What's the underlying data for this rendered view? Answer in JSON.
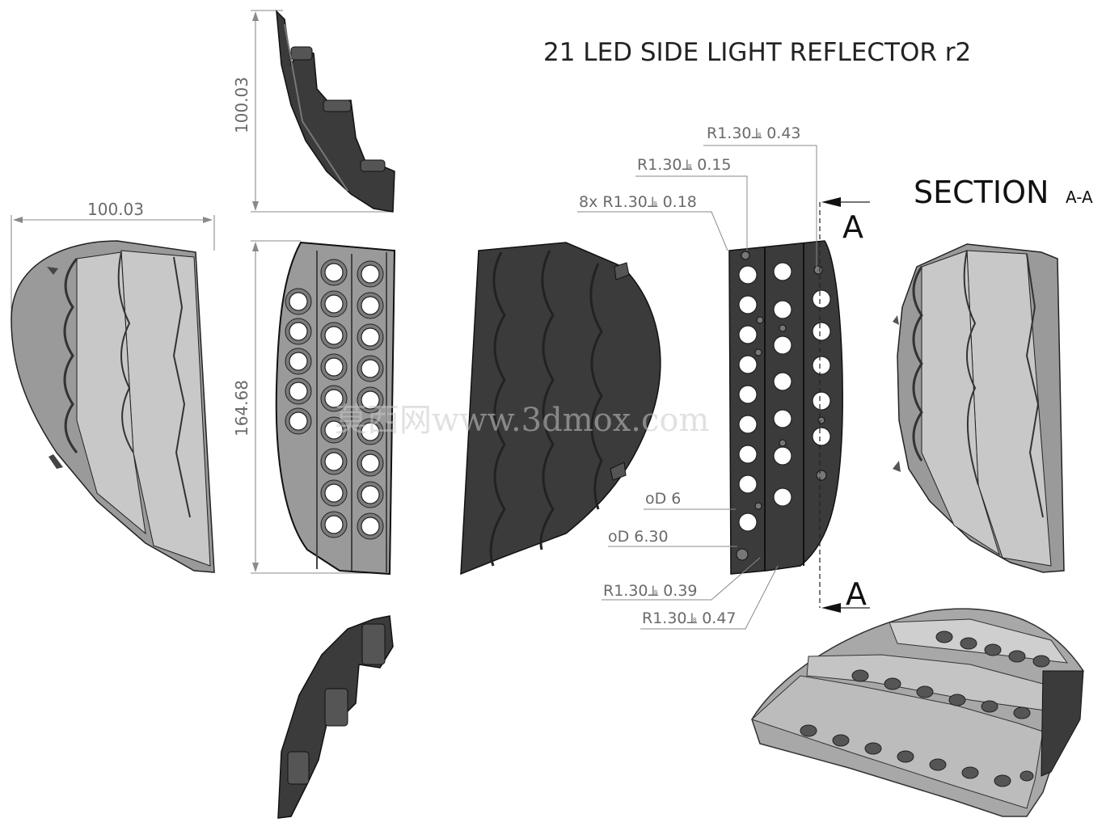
{
  "title": "21 LED  SIDE LIGHT REFLECTOR r2",
  "section_view": {
    "label": "SECTION",
    "sub": "A-A"
  },
  "cut_labels": {
    "top": "A",
    "bottom": "A"
  },
  "dimensions": {
    "top_height": "100.03",
    "front_width": "100.03",
    "front_height": "164.68"
  },
  "callouts": [
    {
      "text": "R1.30⫡ 0.43"
    },
    {
      "text": "R1.30⫡ 0.15"
    },
    {
      "text": "8x R1.30⫡ 0.18"
    },
    {
      "text": "oD 6"
    },
    {
      "text": "oD 6.30"
    },
    {
      "text": "R1.30⫡ 0.39"
    },
    {
      "text": "R1.30⫡ 0.47"
    }
  ],
  "watermark": "莫西网www.3dmox.com",
  "colors": {
    "dark_body": "#3b3b3b",
    "light_panel": "#c8c8c8",
    "hole": "#ffffff",
    "dim_gray": "#6a6a6a"
  }
}
